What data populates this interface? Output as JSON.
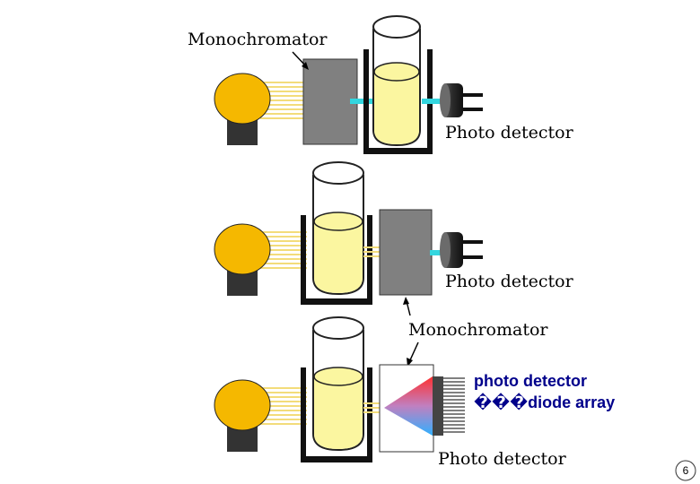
{
  "labels": {
    "monochromator_top": "Monochromator",
    "photo_detector_1": "Photo detector",
    "photo_detector_2": "Photo detector",
    "monochromator_mid": "Monochromator",
    "photo_detector_array_line1": "photo detector",
    "photo_detector_array_line2": "���diode array",
    "photo_detector_3": "Photo detector"
  },
  "page_number": "6",
  "colors": {
    "lamp": "#f5b800",
    "lamp_base": "#333333",
    "light_beam": "#f3dc7a",
    "monochromator": "#808080",
    "sample_liquid": "#fbf6a0",
    "holder": "#111111",
    "slit": "#33d6df",
    "detector_dark": "#2b2b2b",
    "detector_light": "#6b6b6b",
    "label_blue": "#00008b"
  }
}
